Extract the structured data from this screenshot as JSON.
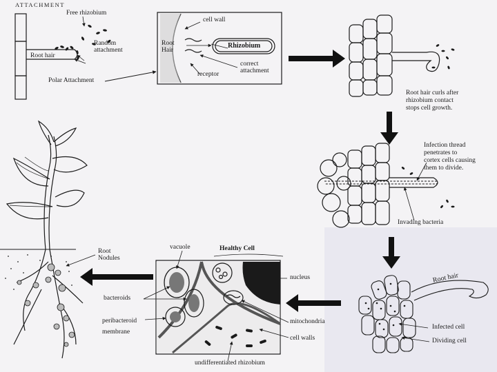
{
  "panel1": {
    "title": "ATTACHMENT",
    "free_rhizobium": "Free rhizobium",
    "random_attachment": "Random\nattachment",
    "root_hair": "Root hair",
    "polar_attachment": "Polar Attachment"
  },
  "panel2": {
    "cell_wall": "cell wall",
    "root_hair": "Root\nHair",
    "rhizobium": "Rhizobium",
    "correct_attachment": "correct\nattachment",
    "receptor": "receptor"
  },
  "panel3": {
    "caption": "Root hair curls after\nrhizobium contact\nstops cell growth."
  },
  "panel4": {
    "caption": "Infection thread\npenetrates to\ncortex cells causing\nthem to divide.",
    "invading": "Invading bacteria"
  },
  "panel5": {
    "root_hair": "Root hair",
    "infected": "Infected cell",
    "dividing": "Dividing cell"
  },
  "panel6": {
    "title": "Healthy Cell",
    "vacuole": "vacuole",
    "nucleus": "nucleus",
    "bacteroids": "bacteroids",
    "mitochondria": "mitochondria",
    "peribacteroid": "peribacteroid\nmembrane",
    "cell_walls": "cell walls",
    "undifferentiated": "undifferentiated rhizobium"
  },
  "panel7": {
    "nodules": "Root\nNodules"
  },
  "colors": {
    "ink": "#1a1a1a",
    "background": "#f4f3f5",
    "arrow": "#111111"
  }
}
